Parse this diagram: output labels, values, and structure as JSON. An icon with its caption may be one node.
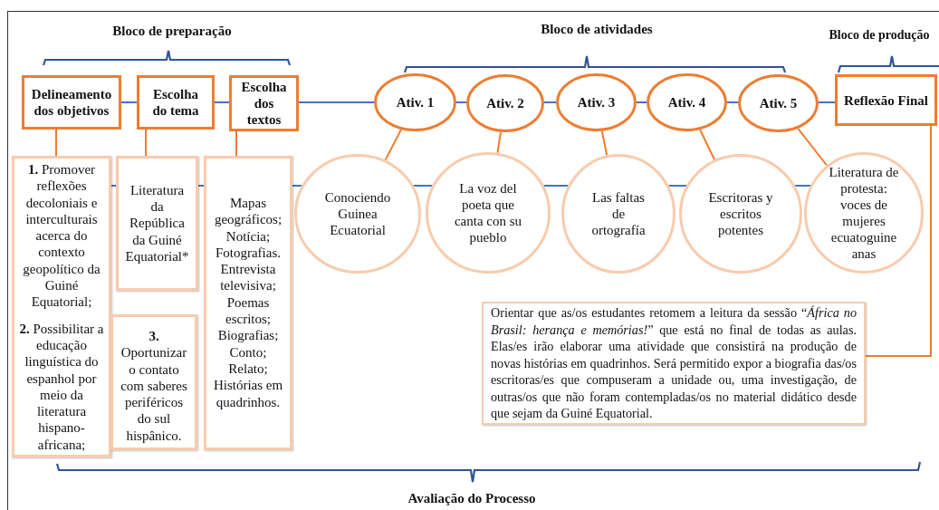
{
  "diagram": {
    "nodes": [
      {
        "text": [
          "Delineamento dos objetivos"
        ]
      },
      {
        "text": [
          "Escolha do tema"
        ]
      },
      {
        "text": [
          "Escolha dos textos"
        ]
      },
      {
        "text": [
          "Ativ. 1"
        ]
      },
      {
        "text": [
          "Ativ. 2"
        ]
      },
      {
        "text": [
          "Ativ. 3"
        ]
      },
      {
        "text": [
          "Ativ. 4"
        ]
      },
      {
        "text": [
          "Ativ. 5"
        ]
      },
      {
        "text": [
          "Reflexão Final"
        ]
      },
      {
        "text": [
          "**1.** Promover reflexões decoloniais e interculturais acerca do contexto geopolítico da Guiné Equatorial;",
          "**2.** Possibilitar a educação linguística do espanhol por meio da literatura hispano-africana;"
        ]
      },
      {
        "text": [
          "**3.** Oportunizar o contato com saberes periféricos do sul hispânico."
        ]
      },
      {
        "text": [
          "Literatura da República da Guiné Equatorial*"
        ]
      },
      {
        "text": [
          "Mapas geográficos; Notícia; Fotografias. Entrevista televisiva; Poemas escritos; Biografias; Conto; Relato; Histórias em quadrinhos."
        ]
      },
      {
        "text": [
          "Conociendo Guinea Ecuatorial"
        ]
      },
      {
        "text": [
          "La voz del poeta que canta con su pueblo"
        ]
      },
      {
        "text": [
          "Las faltas de ortografía"
        ]
      },
      {
        "text": [
          "Escritoras y escritos potentes"
        ]
      },
      {
        "text": [
          "Literatura de protesta: voces de mujeres ecuatoguine anas"
        ]
      },
      {
        "text": [
          "Orientar que as/os estudantes retomem a leitura da sessão “*África no Brasil: herança e memórias!*” que está no final de todas as aulas. Elas/es irão elaborar uma atividade que consistirá na produção de novas histórias em quadrinhos. Será permitido expor a biografia das/os escritoras/es que compuseram a unidade ou, uma investigação, de outras/os que não foram contempladas/os no material didático desde que sejam da Guiné Equatorial."
        ]
      }
    ],
    "edges": [
      {
        "from": 0,
        "to": 1,
        "arrow": "none"
      },
      {
        "from": 1,
        "to": 2,
        "arrow": "none"
      },
      {
        "from": 2,
        "to": 3,
        "arrow": "none"
      },
      {
        "from": 3,
        "to": 4,
        "arrow": "none"
      },
      {
        "from": 4,
        "to": 5,
        "arrow": "none"
      },
      {
        "from": 5,
        "to": 6,
        "arrow": "none"
      },
      {
        "from": 6,
        "to": 7,
        "arrow": "none"
      },
      {
        "from": 7,
        "to": 8,
        "arrow": "none"
      },
      {
        "from": 0,
        "to": 9,
        "arrow": "none",
        "color": "#ed7d31"
      },
      {
        "from": 1,
        "to": 11,
        "arrow": "none",
        "color": "#ed7d31"
      },
      {
        "from": 2,
        "to": 12,
        "arrow": "none",
        "color": "#ed7d31"
      },
      {
        "from": 3,
        "to": 13,
        "arrow": "none",
        "color": "#ed7d31"
      },
      {
        "from": 4,
        "to": 14,
        "arrow": "none",
        "color": "#ed7d31"
      },
      {
        "from": 5,
        "to": 15,
        "arrow": "none",
        "color": "#ed7d31"
      },
      {
        "from": 6,
        "to": 16,
        "arrow": "none",
        "color": "#ed7d31"
      },
      {
        "from": 7,
        "to": 17,
        "arrow": "none",
        "color": "#ed7d31"
      },
      {
        "from": 8,
        "to": 18,
        "arrow": "none",
        "color": "#ed7d31"
      },
      {
        "from": 9,
        "to": 11,
        "arrow": "none"
      },
      {
        "from": 11,
        "to": 12,
        "arrow": "none"
      },
      {
        "from": 12,
        "to": 13,
        "arrow": "none"
      },
      {
        "from": 13,
        "to": 14,
        "arrow": "none"
      },
      {
        "from": 14,
        "to": 15,
        "arrow": "none"
      },
      {
        "from": 15,
        "to": 16,
        "arrow": "none"
      },
      {
        "from": 16,
        "to": 17,
        "arrow": "none"
      }
    ],
    "labels": [
      "Bloco de preparação",
      "Bloco de atividades",
      "Bloco de produção",
      "Avaliação do Processo"
    ]
  }
}
